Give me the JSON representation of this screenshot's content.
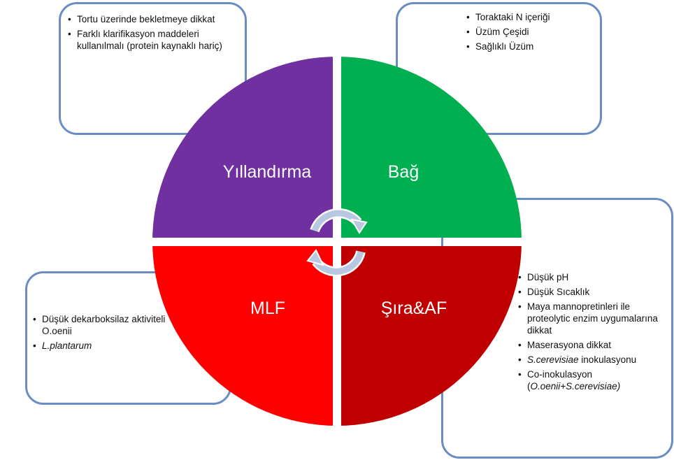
{
  "quadrants": {
    "top_left": {
      "label": "Yıllandırma",
      "color": "#7030a0"
    },
    "top_right": {
      "label": "Bağ",
      "color": "#00b050"
    },
    "bottom_left": {
      "label": "MLF",
      "color": "#ff0000"
    },
    "bottom_right": {
      "label": "Şıra&AF",
      "color": "#c00000"
    }
  },
  "boxes": {
    "top_left": [
      "Tortu üzerinde bekletmeye dikkat",
      "Farklı klarifikasyon maddeleri kullanılmalı (protein kaynaklı hariç)"
    ],
    "top_right": [
      "Toraktaki N içeriği",
      "Üzüm Çeşidi",
      "Sağlıklı Üzüm"
    ],
    "bottom_left": [
      {
        "text": "Düşük dekarboksilaz aktiviteli O.oenii"
      },
      {
        "italic": "L.plantarum"
      }
    ],
    "bottom_right": [
      {
        "text": "Düşük pH"
      },
      {
        "text": "Düşük Sıcaklık"
      },
      {
        "text": "Maya mannopretinleri ile proteolytic enzim uygumalarına dikkat"
      },
      {
        "text": "Maserasyona dikkat"
      },
      {
        "italic": "S.cerevisiae",
        "text": " inokulasyonu"
      },
      {
        "text": "Co-inokulasyon",
        "paren_open": "(",
        "italic": "O.oenii+S.cerevisiae)"
      }
    ]
  },
  "colors": {
    "border": "#6a8cc4",
    "arrow": "#b8c8e0"
  }
}
